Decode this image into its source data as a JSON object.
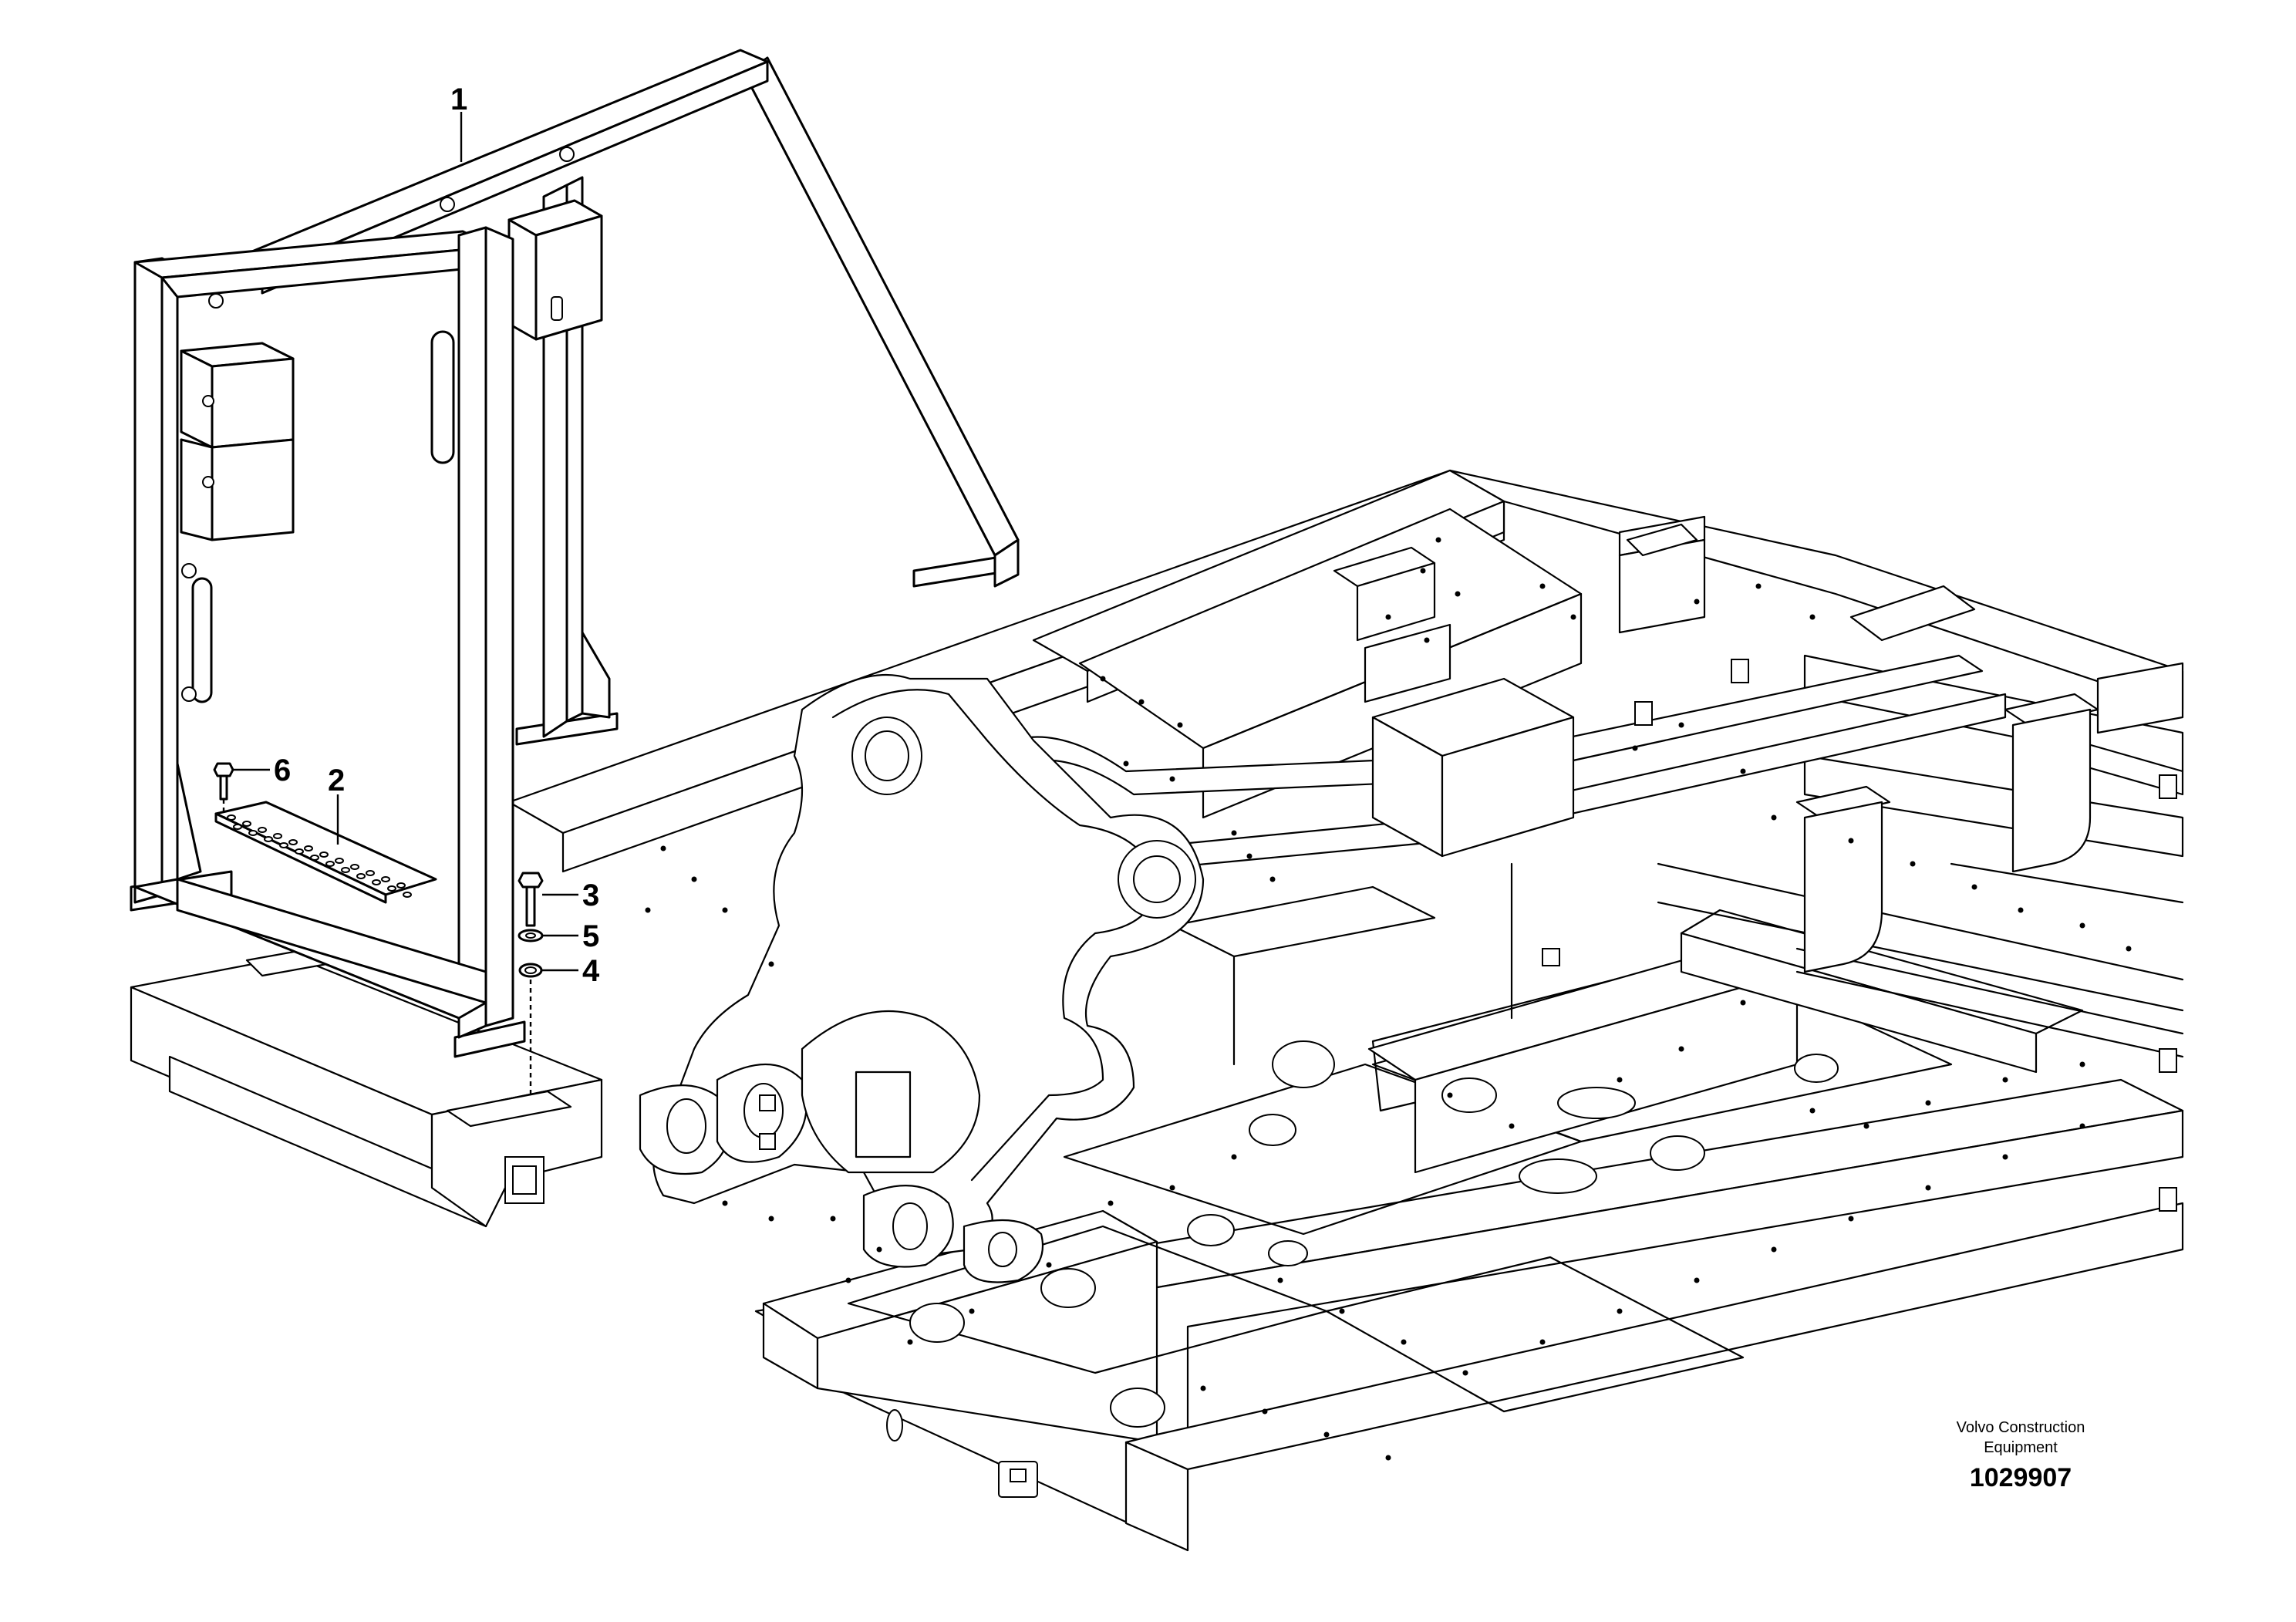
{
  "callouts": {
    "c1": "1",
    "c2": "2",
    "c3": "3",
    "c4": "4",
    "c5": "5",
    "c6": "6"
  },
  "footer": {
    "brand_line1": "Volvo Construction",
    "brand_line2": "Equipment",
    "doc_number": "1029907"
  },
  "colors": {
    "line": "#000000",
    "background": "#ffffff"
  }
}
